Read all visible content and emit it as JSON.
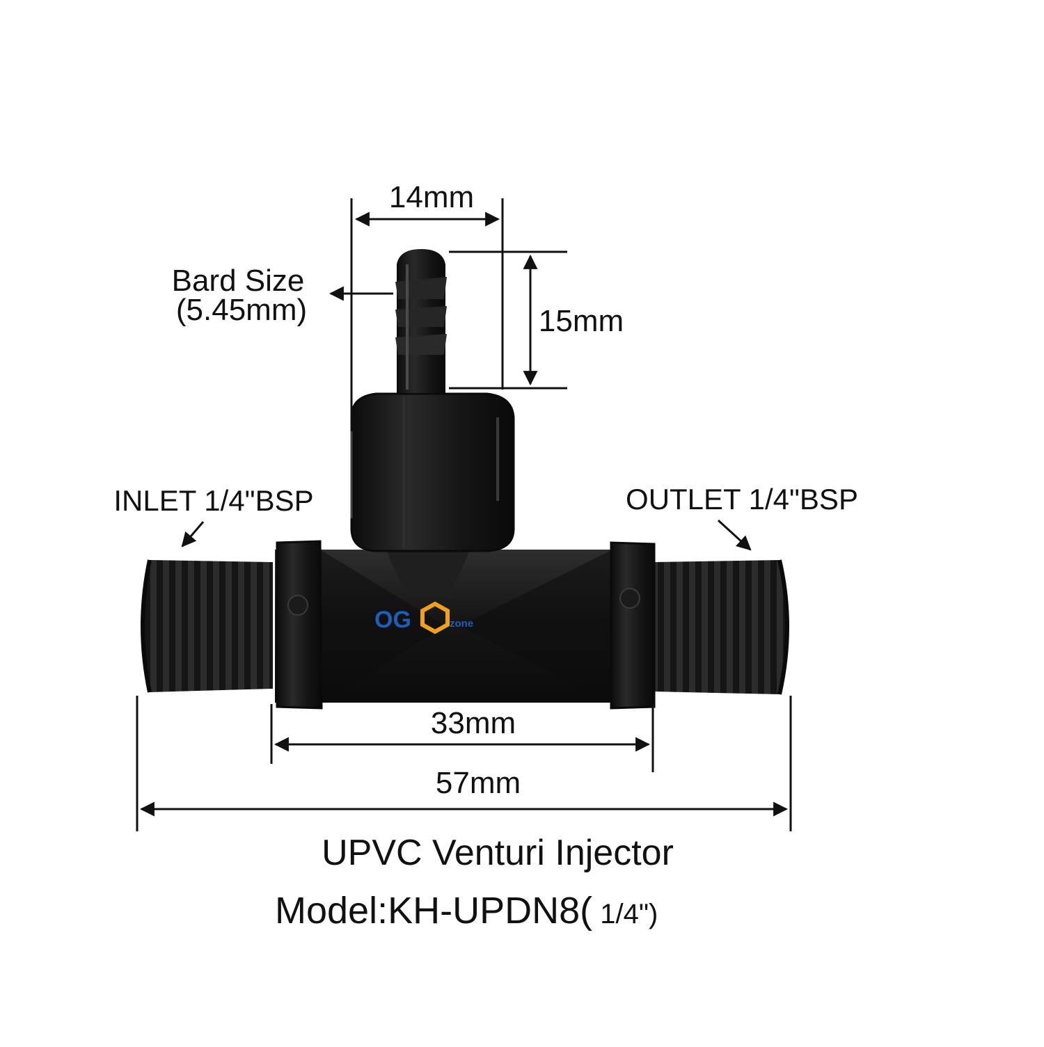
{
  "dimensions": {
    "barb_width": "14mm",
    "barb_size_label": "Bard Size",
    "barb_size_value": "(5.45mm)",
    "barb_height": "15mm",
    "inlet": "INLET 1/4\"BSP",
    "outlet": "OUTLET 1/4\"BSP",
    "body_length": "33mm",
    "total_length": "57mm"
  },
  "product": {
    "name": "UPVC Venturi Injector",
    "model_prefix": "Model:KH-UPDN8(",
    "model_size": " 1/4\")"
  },
  "colors": {
    "part_body": "#161616",
    "part_highlight": "#3a3a3a",
    "logo_blue": "#1d5fb8",
    "logo_orange": "#f2a019"
  },
  "icons": {
    "logo": "ozone-logo-icon"
  }
}
